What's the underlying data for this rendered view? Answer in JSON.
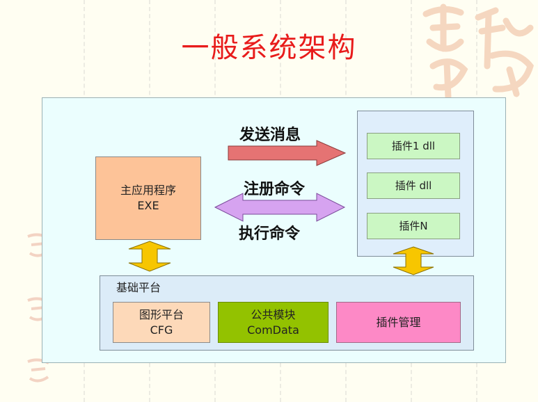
{
  "title": "一般系统架构",
  "main_app": {
    "line1": "主应用程序",
    "line2": "EXE"
  },
  "arrows": {
    "send_message": "发送消息",
    "register_command": "注册命令",
    "execute_command": "执行命令"
  },
  "plugins": [
    {
      "label": "插件1 dll"
    },
    {
      "label": "插件 dll"
    },
    {
      "label": "插件N"
    }
  ],
  "platform": {
    "label": "基础平台",
    "graphics": {
      "line1": "图形平台",
      "line2": "CFG"
    },
    "common": {
      "line1": "公共模块",
      "line2": "ComData"
    },
    "plugin_manager": {
      "line1": "插件管理"
    }
  },
  "colors": {
    "title": "#e81b1b",
    "background": "#fffef2",
    "outer_panel": "#ebfefe",
    "main_app": "#fdc398",
    "plugin_panel": "#dfeefb",
    "plugin_box": "#cbf7c3",
    "cfg": "#fdd9b9",
    "common": "#93c200",
    "plugin_manager": "#fd89c6",
    "send_arrow": "#e57373",
    "command_arrow": "#d6a3f0",
    "vertical_arrow": "#f7c600"
  }
}
